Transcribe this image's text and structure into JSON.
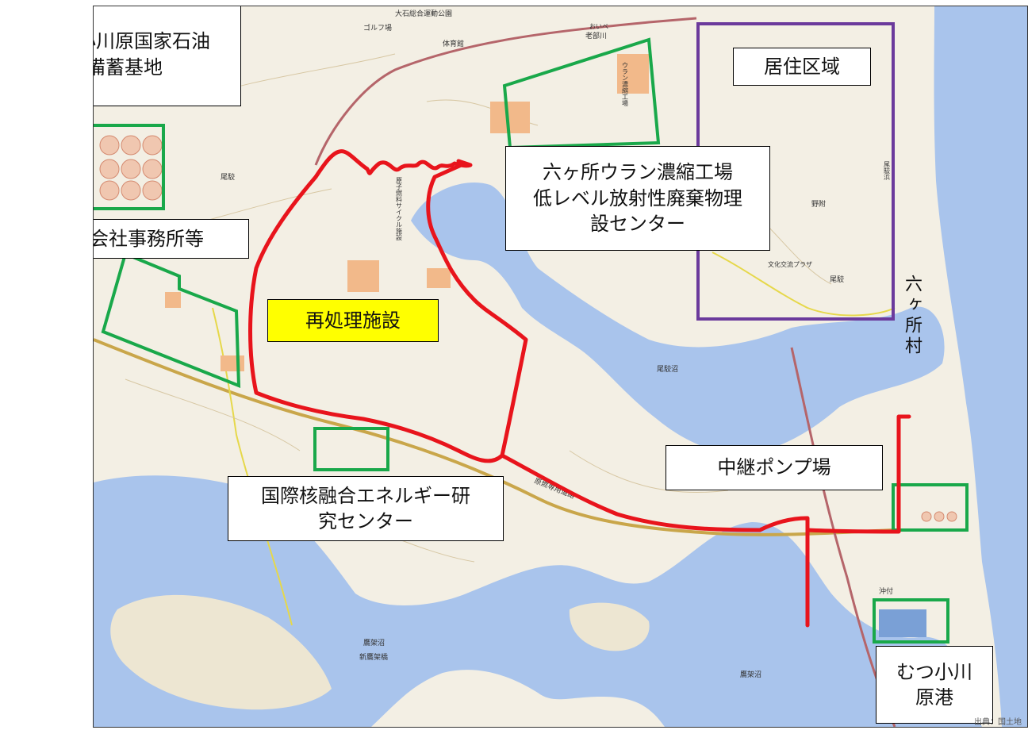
{
  "labels": {
    "oil_base": "むつ小川原国家石油\n備蓄基地",
    "residential": "居住区域",
    "uranium": "六ヶ所ウラン濃縮工場\n低レベル放射性廃棄物理\n設センター",
    "partner_offices": "協力会社事務所等",
    "reprocessing": "再処理施設",
    "fusion": "国際核融合エネルギー研\n究センター",
    "pump": "中継ポンプ場",
    "port": "むつ小川\n原港"
  },
  "village": "六ヶ所村",
  "map_text": {
    "park": "大石総合運動公園",
    "golf": "ゴルフ場",
    "gym": "体育館",
    "oibe": "おいべ",
    "oibe_river": "老部川",
    "uranium_plant": "ウラン濃縮工場",
    "fuel_cycle": "原子燃料サイクル施設",
    "obuchi_beach": "尾駮浜",
    "nozuke": "野附",
    "bunka": "文化交流プラザ",
    "obuchi": "尾駮",
    "obuchi_town": "尾駮",
    "obuchi_marsh": "尾駮沼",
    "dedicated_road": "原燃専用道路",
    "okitsuke": "沖付",
    "takahoko_marsh": "鷹架沼",
    "takahoko_marsh2": "鷹架沼",
    "shin_bridge": "新鷹架橋",
    "credit": "出典：国土地理院"
  },
  "colors": {
    "boundary_red": "#e8141c",
    "facility_green": "#19a84a",
    "residential_purple": "#6b3a9c",
    "water": "#a9c4ec",
    "land": "#f3efe4",
    "highlight": "#ffff00"
  }
}
